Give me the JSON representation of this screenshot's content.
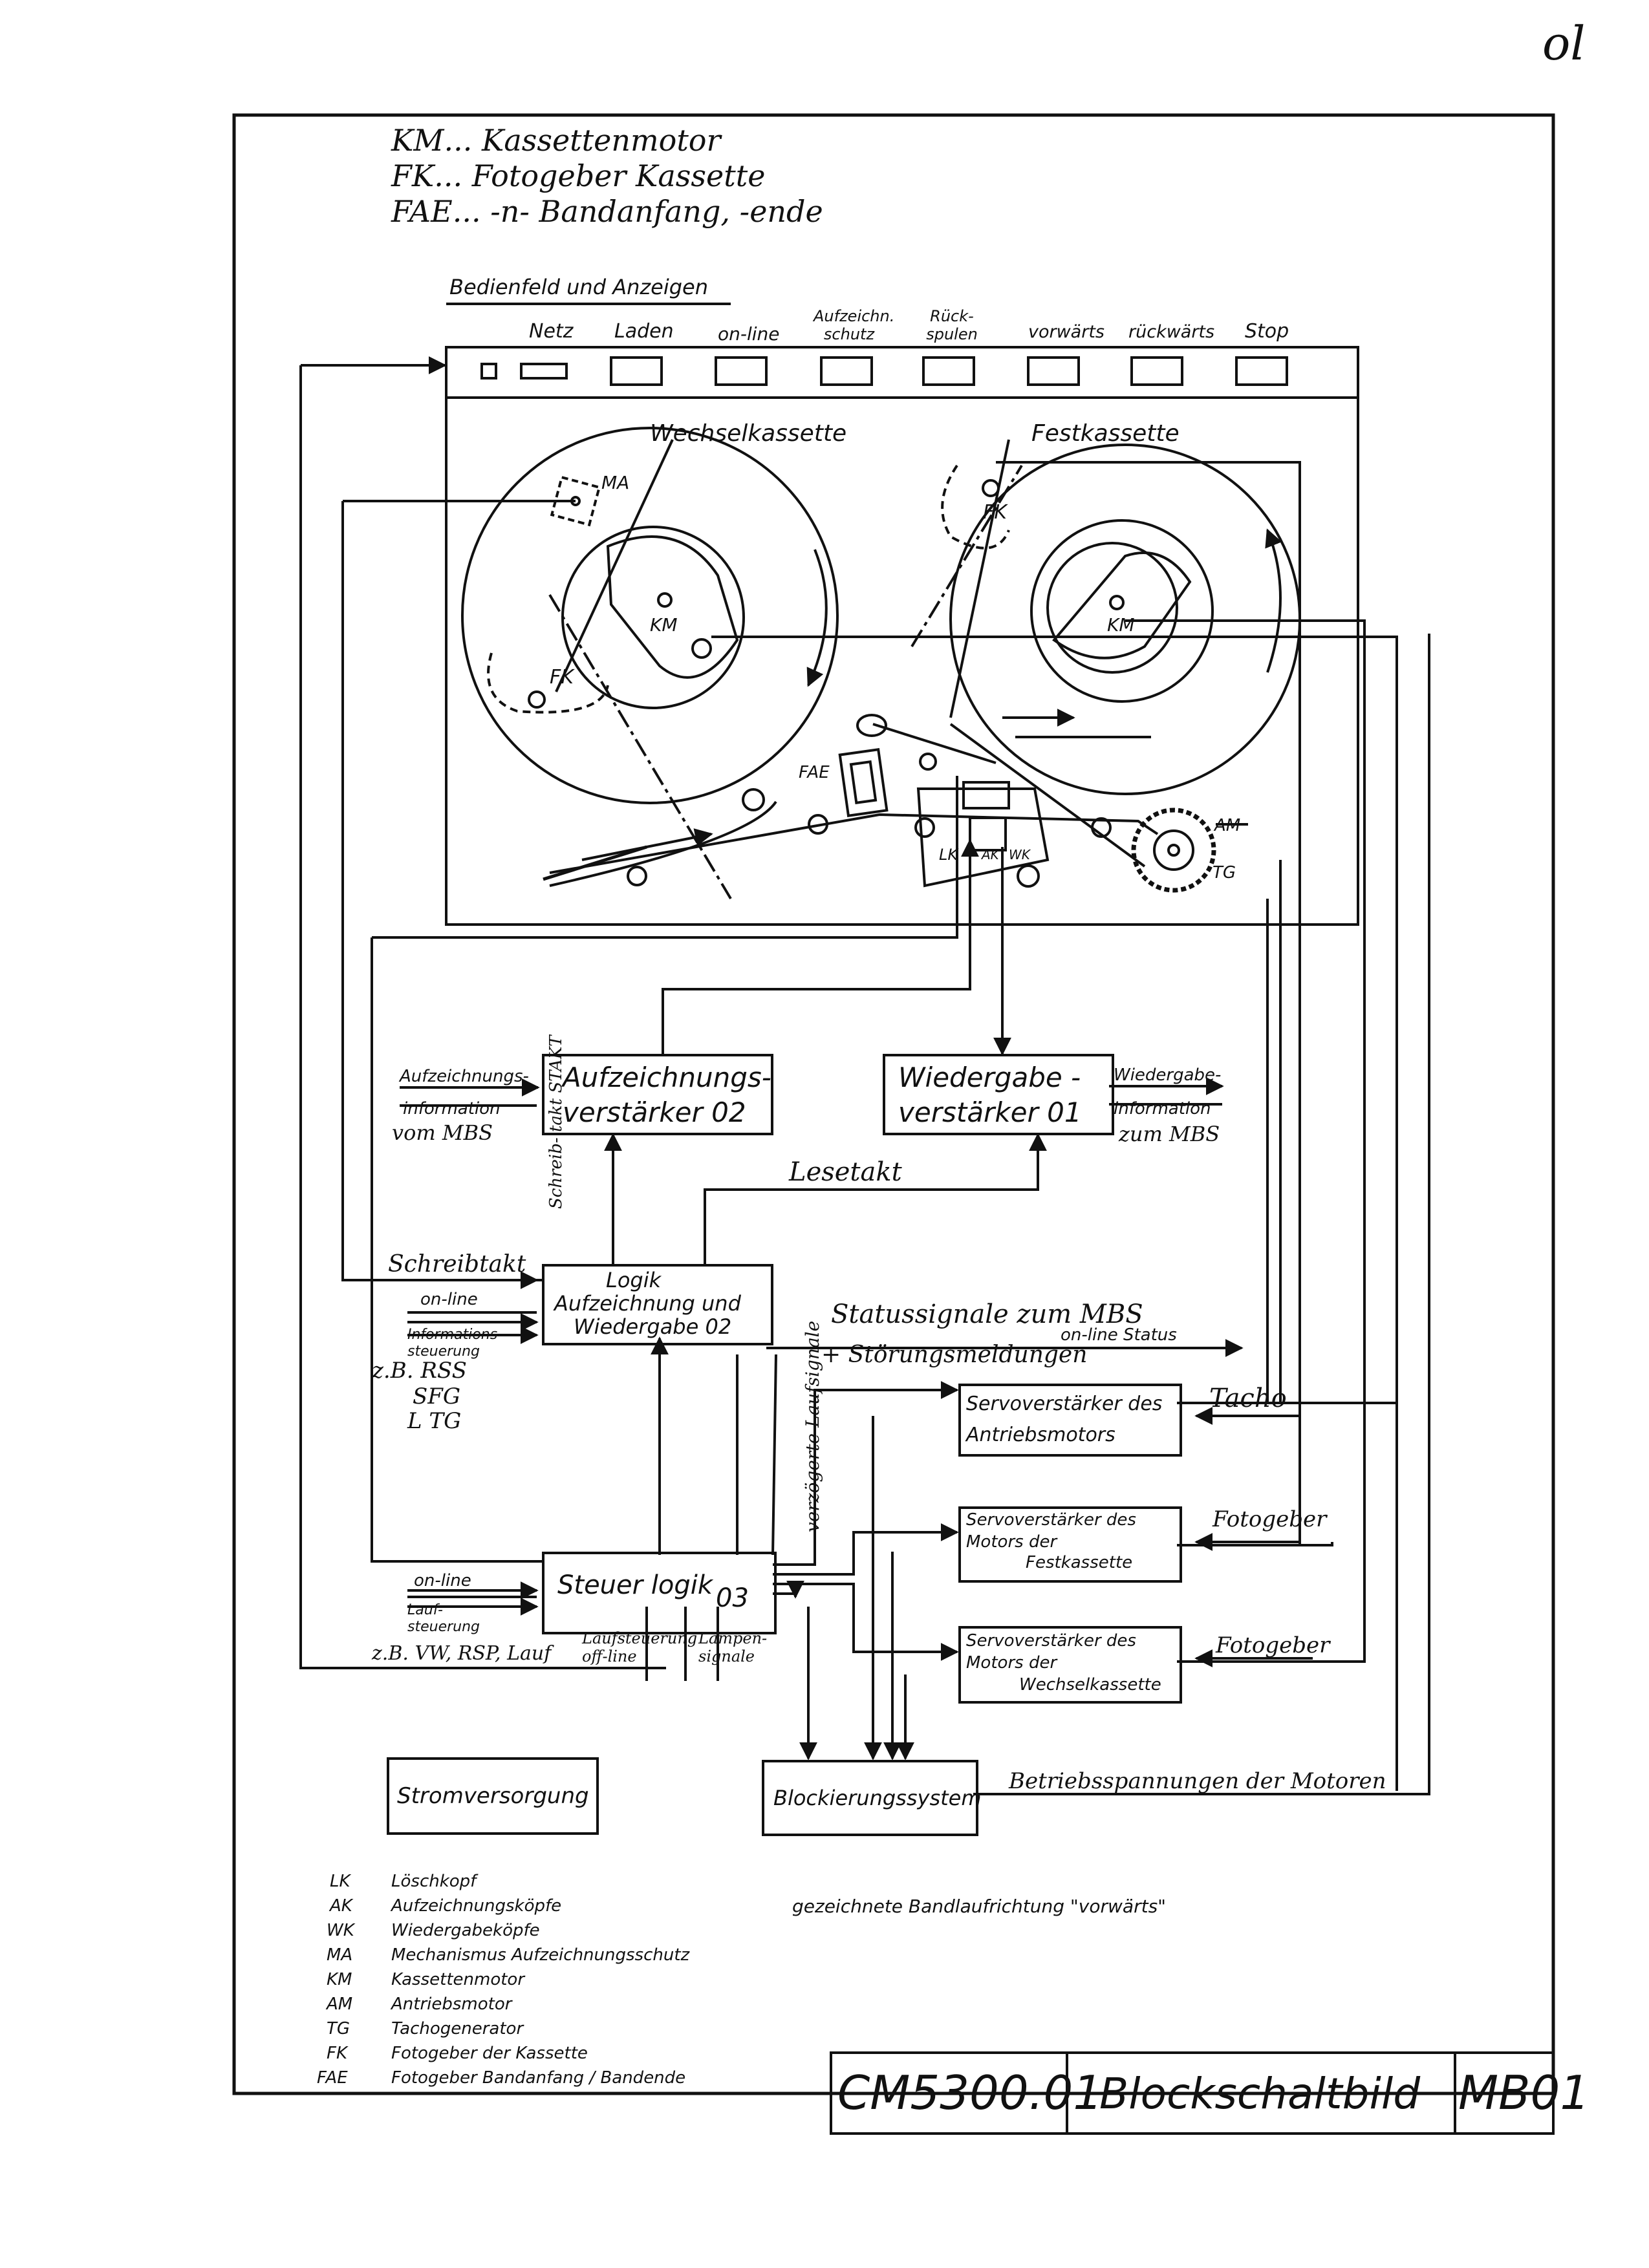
{
  "corner_mark": "ol",
  "handwritten_notes": [
    "KM... Kassettenmotor",
    "FK... Fotogeber Kassette",
    "FAE... -n- Bandanfang, -ende"
  ],
  "panel": {
    "title": "Bedienfeld und Anzeigen",
    "buttons": [
      "Netz",
      "Laden",
      "on-line",
      "Aufzeichn. schutz",
      "Rück- spulen",
      "vorwärts",
      "rückwärts",
      "Stop"
    ]
  },
  "mechanics": {
    "labels": {
      "wechsel": "Wechselkassette",
      "fest": "Festkassette",
      "ma": "MA",
      "fk_left": "FK",
      "fk_right": "FK",
      "km_left": "KM",
      "km_right": "KM",
      "fae": "FAE",
      "lk": "LK",
      "ak": "AK",
      "wk": "WK",
      "am": "AM",
      "tg": "TG"
    }
  },
  "blocks": {
    "aufz": [
      "Aufzeichnungs-",
      "verstärker  02"
    ],
    "wied": [
      "Wiedergabe -",
      "verstärker  01"
    ],
    "logik": [
      "Logik",
      "Aufzeichnung und",
      "Wiedergabe  02"
    ],
    "servo_antrieb": [
      "Servoverstärker des",
      "Antriebsmotors"
    ],
    "servo_fest": [
      "Servoverstärker des",
      "Motors der",
      "Festkassette"
    ],
    "steuer": [
      "Steuer logik",
      "03"
    ],
    "servo_wechsel": [
      "Servoverstärker des",
      "Motors der",
      "Wechselkassette"
    ],
    "strom": "Stromversorgung",
    "block": "Blockierungssystem"
  },
  "signals": {
    "aufz_in_top": "Aufzeichnungs-",
    "aufz_in_bottom": "information",
    "aufz_in_hw": "vom MBS",
    "wied_out_top": "Wiedergabe-",
    "wied_out_bottom": "information",
    "wied_out_hw": "zum MBS",
    "lesetakt": "Lesetakt",
    "schreibtakt": "Schreib- takt STAKT",
    "schreibtakt_in": "Schreibtakt",
    "online1": "on-line",
    "info_steuerung": "Informations- steuerung",
    "zb1": "z.B. RSS",
    "zb1b": "SFG",
    "zb1c": "L TG",
    "status_hw": "Statussignale zum MBS",
    "status_hw2": "+ Störungsmeldungen",
    "online_status": "on-line Status",
    "tacho": "Tacho",
    "verzoegert": "verzögerte Laufsignale",
    "fotogeber1": "Fotogeber",
    "online2": "on-line",
    "laufsteuerung": "Lauf- steuerung",
    "zb2": "z.B. VW, RSP, Lauf",
    "laufsteuerung_off": "Laufsteuerung off-line",
    "lampensignale": "Lampen- signale",
    "fotogeber2": "Fotogeber",
    "betrieb": "Betriebsspannungen der Motoren"
  },
  "legend": [
    {
      "abbr": "LK",
      "text": "Löschkopf"
    },
    {
      "abbr": "AK",
      "text": "Aufzeichnungsköpfe"
    },
    {
      "abbr": "WK",
      "text": "Wiedergabeköpfe"
    },
    {
      "abbr": "MA",
      "text": "Mechanismus Aufzeichnungsschutz"
    },
    {
      "abbr": "KM",
      "text": "Kassettenmotor"
    },
    {
      "abbr": "AM",
      "text": "Antriebsmotor"
    },
    {
      "abbr": "TG",
      "text": "Tachogenerator"
    },
    {
      "abbr": "FK",
      "text": "Fotogeber der Kassette"
    },
    {
      "abbr": "FAE",
      "text": "Fotogeber Bandanfang / Bandende"
    }
  ],
  "direction_note": "gezeichnete Bandlaufrichtung \"vorwärts\"",
  "title_block": {
    "left": "CM5300.01",
    "center": "Blockschaltbild",
    "right": "MB01"
  }
}
